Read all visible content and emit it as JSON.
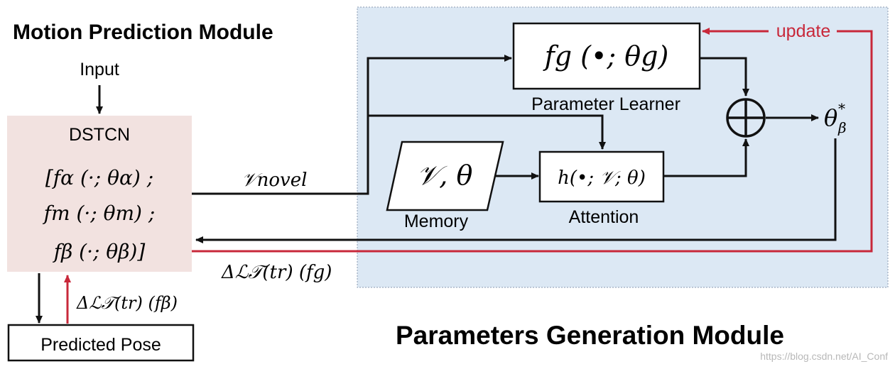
{
  "titles": {
    "motion_module": "Motion Prediction Module",
    "parameters_module": "Parameters Generation Module"
  },
  "labels": {
    "input": "Input",
    "dstcn": "DSTCN",
    "predicted_pose": "Predicted Pose",
    "parameter_learner": "Parameter Learner",
    "attention": "Attention",
    "memory": "Memory",
    "update": "update",
    "watermark": "https://blog.csdn.net/AI_Conf"
  },
  "formulas": {
    "dstcn_line1": "[fα (·; θα) ;",
    "dstcn_line2": "fm (·; θm) ;",
    "dstcn_line3": "fβ (·; θβ)]",
    "fg_box": "fg (•; θg)",
    "attention_box": "h(•; 𝒱; θ)",
    "memory_box": "𝒱,  θ",
    "v_novel": "𝒱novel",
    "theta_beta_star": "θ*β",
    "delta_L_fg": "Δℒ𝒯(tr) (fg)",
    "delta_L_fbeta": "Δℒ𝒯(tr) (fβ)",
    "oplus": "⊕"
  },
  "colors": {
    "pgm_background": "#dce8f4",
    "pgm_border": "#8a9ab0",
    "dstcn_background": "#f2e2e0",
    "arrow_black": "#111111",
    "arrow_red": "#c8283a",
    "update_text": "#c8283a",
    "watermark": "#b8b8b8"
  }
}
